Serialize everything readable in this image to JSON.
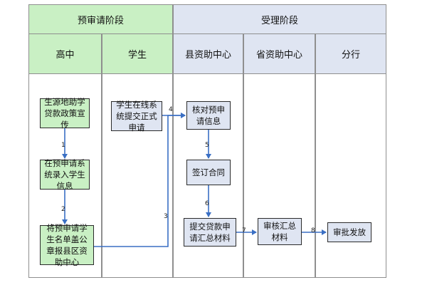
{
  "phases": {
    "pre": "预审请阶段",
    "accept": "受理阶段"
  },
  "lanes": [
    "高中",
    "学生",
    "县资助中心",
    "省资助中心",
    "分行"
  ],
  "boxes": {
    "b1": "生源地助学贷款政策宣传",
    "b2": "在预申请系统录入学生信息",
    "b3": "将预申请学生名单盖公章报县区资助中心",
    "b4": "学生在线系统提交正式申请",
    "b5": "核对预申请信息",
    "b6": "签订合同",
    "b7": "提交贷款申请汇总材料",
    "b8": "审核汇总材料",
    "b9": "审批发放"
  },
  "steps": [
    "1",
    "2",
    "3",
    "4",
    "5",
    "6",
    "7",
    "8"
  ],
  "colors": {
    "green": "#c9f0c4",
    "blue": "#dfe5f2",
    "arrow": "#3a6fc4"
  }
}
